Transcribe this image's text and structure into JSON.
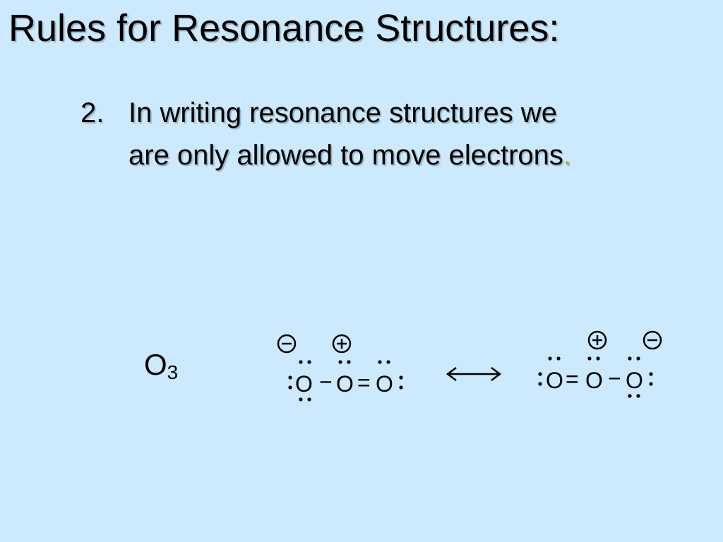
{
  "slide": {
    "title": "Rules for Resonance Structures:",
    "rule_number": "2.",
    "rule_line1": "In writing resonance structures we",
    "rule_line2": "are only allowed to move electrons",
    "rule_period": "."
  },
  "molecule": {
    "formula_base": "O",
    "formula_sub": "3"
  },
  "structure_left": {
    "atoms": [
      "O",
      "O",
      "O"
    ],
    "bonds": [
      "−",
      "="
    ],
    "charges": [
      "⊖",
      "⊕"
    ]
  },
  "structure_right": {
    "atoms": [
      "O",
      "O",
      "O"
    ],
    "bonds": [
      "=",
      "−"
    ],
    "charges": [
      "⊕",
      "⊖"
    ]
  },
  "resonance_arrow": "⟷"
}
